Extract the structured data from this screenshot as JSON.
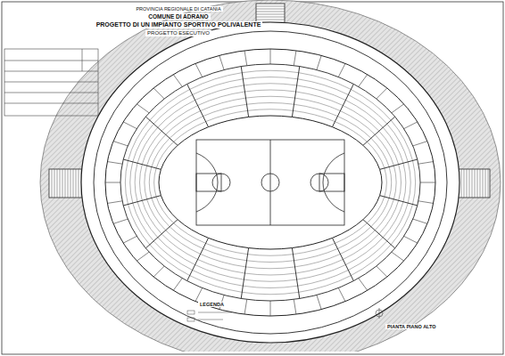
{
  "diagram": {
    "title": "PROGETTO DI UN IMPIANTO SPORTIVO POLIVALENTE",
    "labels": [
      "PROVINCIA REGIONALE DI CATANIA",
      "COMUNE DI ADRANO",
      "PROGETTO ESECUTIVO",
      "LEGENDA",
      "PIANTA PIANO ALTO"
    ]
  }
}
